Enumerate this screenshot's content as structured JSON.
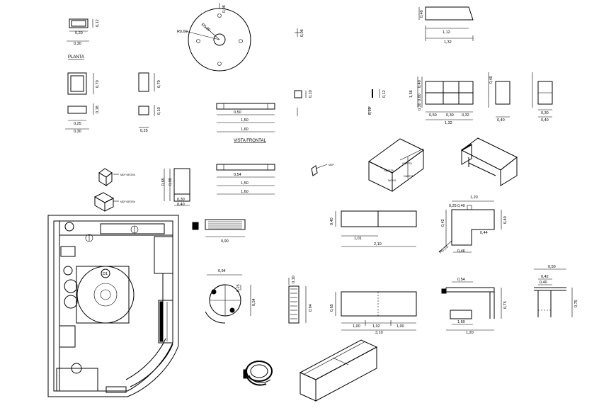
{
  "labels": {
    "planta": "PLANTA",
    "vista_frontal": "VISTA FRONTAL",
    "radius_a": "R0,60",
    "radius_b": "R0,20",
    "circle_tag": "D1",
    "note_small": "MDF",
    "box_note_top": "MDF NEGRA",
    "box_note_bottom": "MDF NEGRA"
  },
  "dims": {
    "tl_box_w": "0,20",
    "tl_box_w2": "0,30",
    "tl_box_h": "0,12",
    "disc_top": "0,08",
    "shelf_top_h": "0,40",
    "shelf_top_w1": "1,12",
    "shelf_top_w2": "1,32",
    "col1_h1": "0,70",
    "col1_h2": "0,18",
    "col1_w1": "0,25",
    "col1_w2": "0,30",
    "col2_h1": "0,70",
    "col2_h2": "0,10",
    "col2_w": "0,25",
    "bar_a": "0,50",
    "bar_b": "1,50",
    "bar_c": "1,60",
    "bar2_a": "0,54",
    "bar2_b": "1,50",
    "bar2_c": "1,60",
    "small_sq": "0,10",
    "small_sq2": "0,10",
    "tiny_a": "0,12",
    "tiny_b": "0,06",
    "book_w1": "0,50",
    "book_w2": "0,30",
    "book_w3": "0,32",
    "book_total": "1,32",
    "book_h1": "0,40",
    "book_h2": "0,80",
    "book_h3": "0,30",
    "book_h4": "1,56",
    "side_h": "0,40",
    "side_w": "0,40",
    "side2_w": "0,30",
    "side2_w2": "0,40",
    "cab_h1": "0,65",
    "cab_h2": "0,90",
    "cab_w1": "0,30",
    "cab_w2": "0,40",
    "hbar_w": "0,90",
    "long_h": "0,40",
    "long_w1": "1,01",
    "long_w2": "2,10",
    "desk_w": "1,20",
    "desk_a": "0,25",
    "desk_b": "0,40",
    "desk_c": "0,44",
    "desk_d": "0,46",
    "desk_r": "R0,25",
    "desk_h": "0,42",
    "round_w": "0,94",
    "round_a": "0,25",
    "round_b": "0,54",
    "stack_a": "0,10",
    "stack_b": "0,94",
    "bench_h": "0,65",
    "bench_w1": "1,00",
    "bench_w2": "1,02",
    "bench_w3": "1,00",
    "bench_total": "3,10",
    "d2_w": "0,54",
    "d2_h": "0,75",
    "d2_b": "1,50",
    "d2_total": "1,20",
    "d3_w": "0,50",
    "d3_a": "0,42",
    "d3_b": "0,40",
    "d3_h": "0,75"
  },
  "persp": {
    "shelf_tag1": "GAVETA",
    "shelf_tag2": "GAVETA",
    "shelf_tag3": "NICHO",
    "shelf_tag4": "GAVETA"
  }
}
